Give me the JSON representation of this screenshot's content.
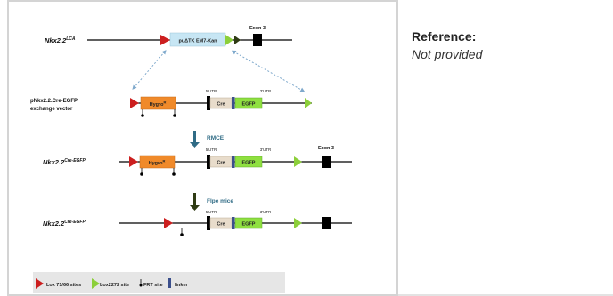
{
  "colors": {
    "lox_site": "#cc1f1f",
    "lox2272_site": "#8ccf3a",
    "linker": "#3b4f8c",
    "hygro_box": "#f08a2a",
    "egfp_box": "#8fe040",
    "cre_box": "#e8dccb",
    "puatk_box": "#c7e6f4",
    "exon_box": "#000000",
    "process_arrow": "#2f6b85",
    "dashed_arrow": "#7fa9cc",
    "legend_bg": "#e6e6e6",
    "frame": "#d4d4d4"
  },
  "icons": {
    "lox_site": "red-triangle-icon",
    "lox2272_site": "green-triangle-icon",
    "frt_site": "lollipop-down-icon",
    "linker": "blue-bar-icon"
  },
  "reference": {
    "heading": "Reference:",
    "value": "Not provided"
  },
  "figure": {
    "row1": {
      "label_main": "Nkx2.2",
      "label_sup": "LCA",
      "cassette": "puΔTK EM7-Kan",
      "exon": "Exon 3"
    },
    "row2": {
      "label_line1": "pNkx2.2.Cre-EGFP",
      "label_line2": "exchange vector",
      "hygro_main": "Hygro",
      "hygro_sup": "R",
      "utr5": "5'UTR",
      "utr3": "3'UTR",
      "cre": "Cre",
      "egfp": "EGFP"
    },
    "step1": "RMCE",
    "row3": {
      "label_main": "Nkx2.2",
      "label_sup": "Cre-EGFP",
      "hygro_main": "Hygro",
      "hygro_sup": "R",
      "utr5": "5'UTR",
      "utr3": "3'UTR",
      "cre": "Cre",
      "egfp": "EGFP",
      "exon": "Exon 3"
    },
    "step2": "Flpe mice",
    "row4": {
      "label_main": "Nkx2.2",
      "label_sup": "Cre-EGFP",
      "utr5": "5'UTR",
      "utr3": "3'UTR",
      "cre": "Cre",
      "egfp": "EGFP"
    },
    "legend": {
      "lox": "Lox 71/66 sites",
      "lox2272": "Lox2272 site",
      "frt": "FRT site",
      "linker": "linker"
    }
  }
}
